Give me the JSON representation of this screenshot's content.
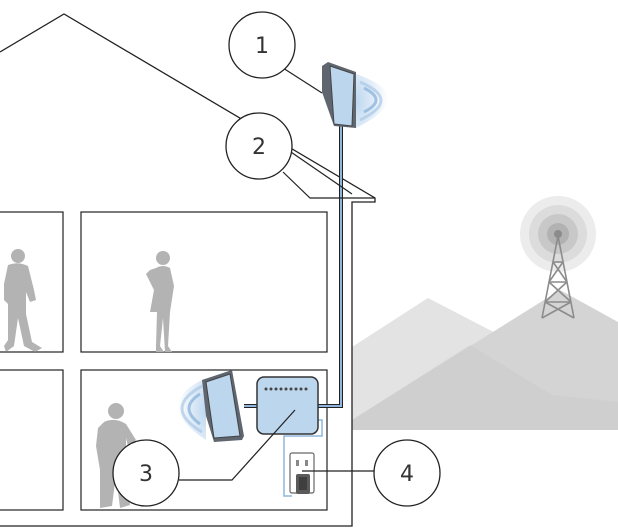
{
  "diagram": {
    "callouts": [
      {
        "number": "1",
        "component": "outside-antenna"
      },
      {
        "number": "2",
        "component": "coax-cable"
      },
      {
        "number": "3",
        "component": "signal-booster"
      },
      {
        "number": "4",
        "component": "power-supply"
      }
    ],
    "icons": {
      "outside_antenna": "panel-antenna-icon",
      "inside_antenna": "panel-antenna-icon",
      "booster": "amplifier-box-icon",
      "outlet": "wall-outlet-icon",
      "tower": "cell-tower-icon",
      "people": "person-silhouette-icon"
    },
    "colors": {
      "line": "#222222",
      "antenna_fill": "#bcd6ee",
      "antenna_frame": "#5f6670",
      "cable": "#6a8fb0",
      "signal_wave": "#cfe1f2",
      "mountain_back": "#dcdcdc",
      "mountain_front": "#cfcfcf",
      "tower": "#8c8c8c",
      "person": "#b3b3b3"
    }
  }
}
